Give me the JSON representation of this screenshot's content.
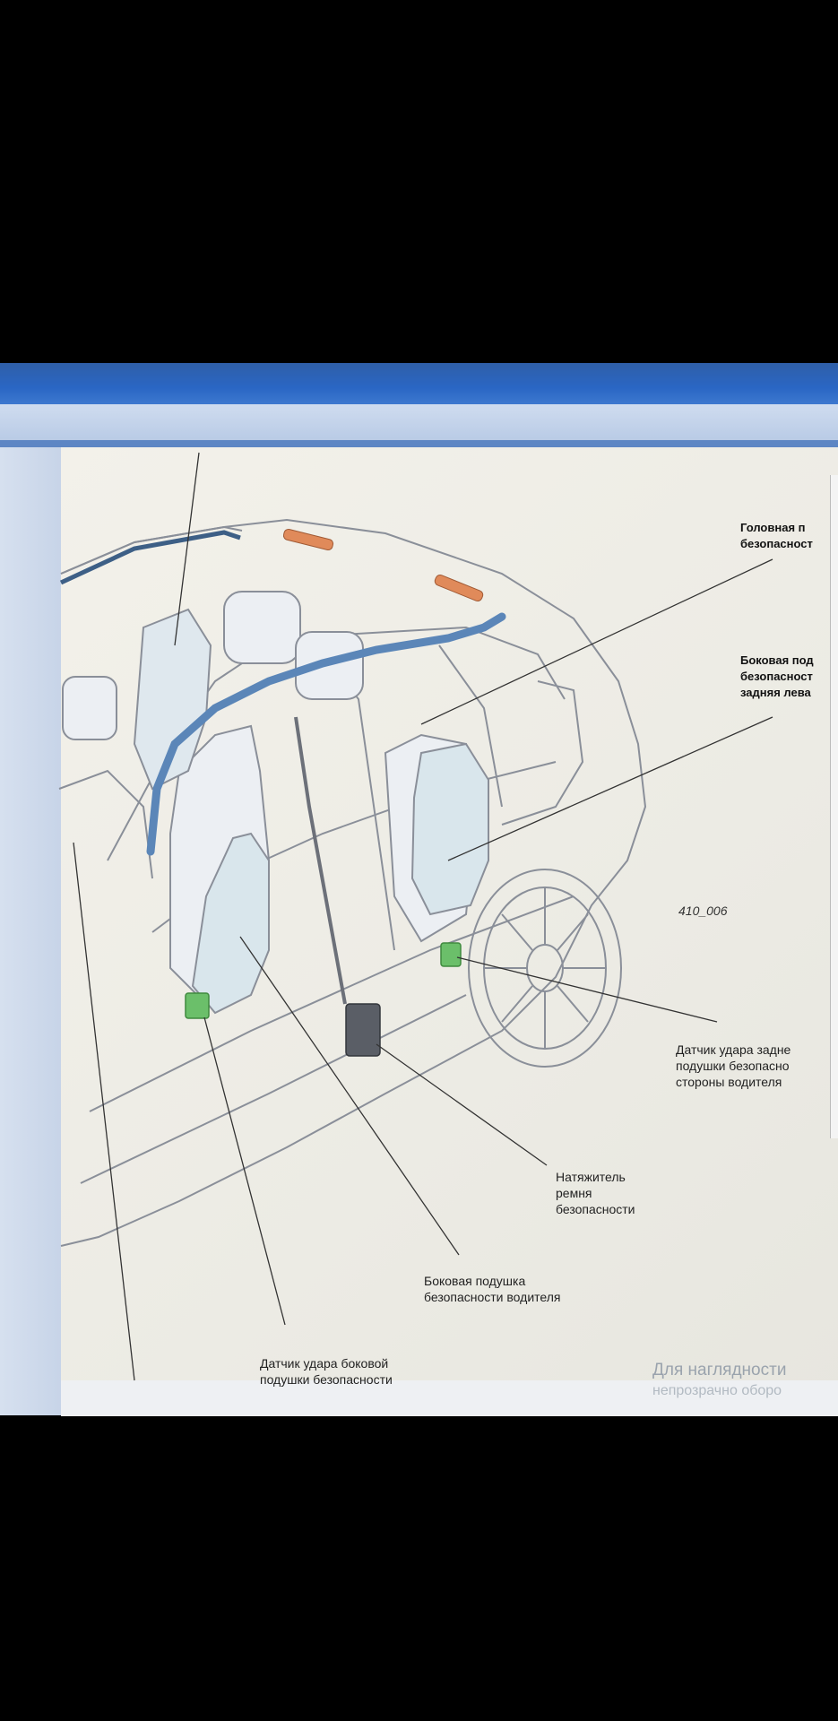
{
  "figure_number": "410_006",
  "labels": {
    "head_airbag": [
      "Головная п",
      "безопасност"
    ],
    "side_airbag_rear_left": [
      "Боковая под",
      "безопасност",
      "задняя лева"
    ],
    "rear_impact_sensor_driver": [
      "Датчик удара задне",
      "подушки безопасно",
      "стороны водителя"
    ],
    "belt_tensioner": [
      "Натяжитель",
      "ремня",
      "безопасности"
    ],
    "side_airbag_driver": [
      "Боковая подушка",
      "безопасности водителя"
    ],
    "side_impact_sensor": [
      "Датчик удара боковой",
      "подушки безопасности"
    ]
  },
  "footer_note": [
    "Для наглядности",
    "непрозрачно оборо"
  ],
  "colors": {
    "head_airbag": "#5b86b8",
    "sensor": "#6bbf6a",
    "gas_generator": "#e08a5a",
    "outline": "#7a7f8a"
  }
}
